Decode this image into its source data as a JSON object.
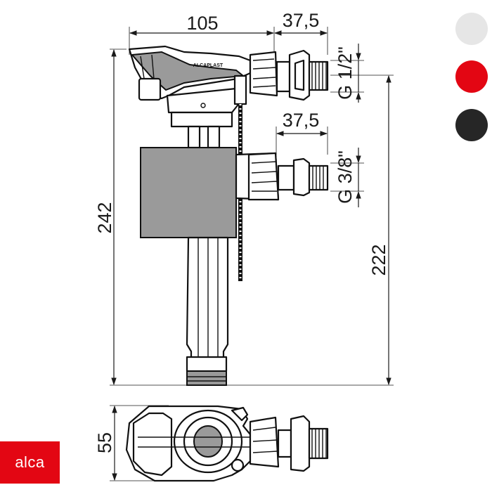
{
  "dimensions": {
    "top_width": "105",
    "top_offset": "37,5",
    "mid_offset": "37,5",
    "height_total": "242",
    "height_inlet": "222",
    "width_bottom": "55",
    "thread_top": "G 1/2\"",
    "thread_mid": "G 3/8\""
  },
  "brand": {
    "logo_text": "alca",
    "logo_color": "#e30613",
    "body_label": "ALCAPLAST"
  },
  "color_options": [
    {
      "name": "white",
      "hex": "#e6e6e6"
    },
    {
      "name": "red",
      "hex": "#e30613"
    },
    {
      "name": "black",
      "hex": "#262626"
    }
  ]
}
